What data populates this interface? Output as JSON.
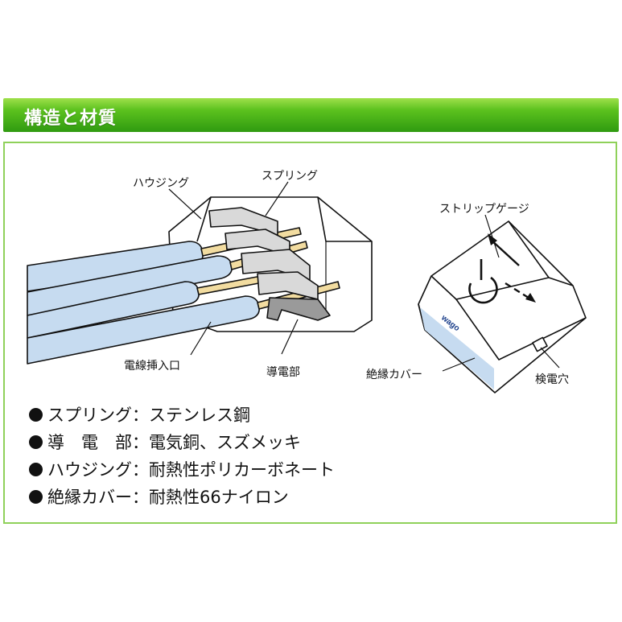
{
  "header": {
    "title": "構造と材質"
  },
  "labels": {
    "housing": "ハウジング",
    "spring": "スプリング",
    "wire_inlet": "電線挿入口",
    "conductor": "導電部",
    "strip_gauge": "ストリップゲージ",
    "insulation_cover": "絶縁カバー",
    "test_hole": "検電穴",
    "brand_mark": "wago"
  },
  "specs": [
    {
      "name": "スプリング",
      "sep": "：",
      "value": "ステンレス鋼"
    },
    {
      "name": "導　電　部",
      "sep": "：",
      "value": "電気銅、スズメッキ"
    },
    {
      "name": "ハウジング",
      "sep": "：",
      "value": "耐熱性ポリカーボネート"
    },
    {
      "name": "絶縁カバー",
      "sep": "：",
      "value": "耐熱性66ナイロン"
    }
  ],
  "colors": {
    "header_green": "#3aa514",
    "panel_border": "#8fd15a",
    "wire_insulation": "#c6dbf0",
    "wire_copper": "#f2dca0",
    "spring_gray": "#bdbdbd"
  }
}
